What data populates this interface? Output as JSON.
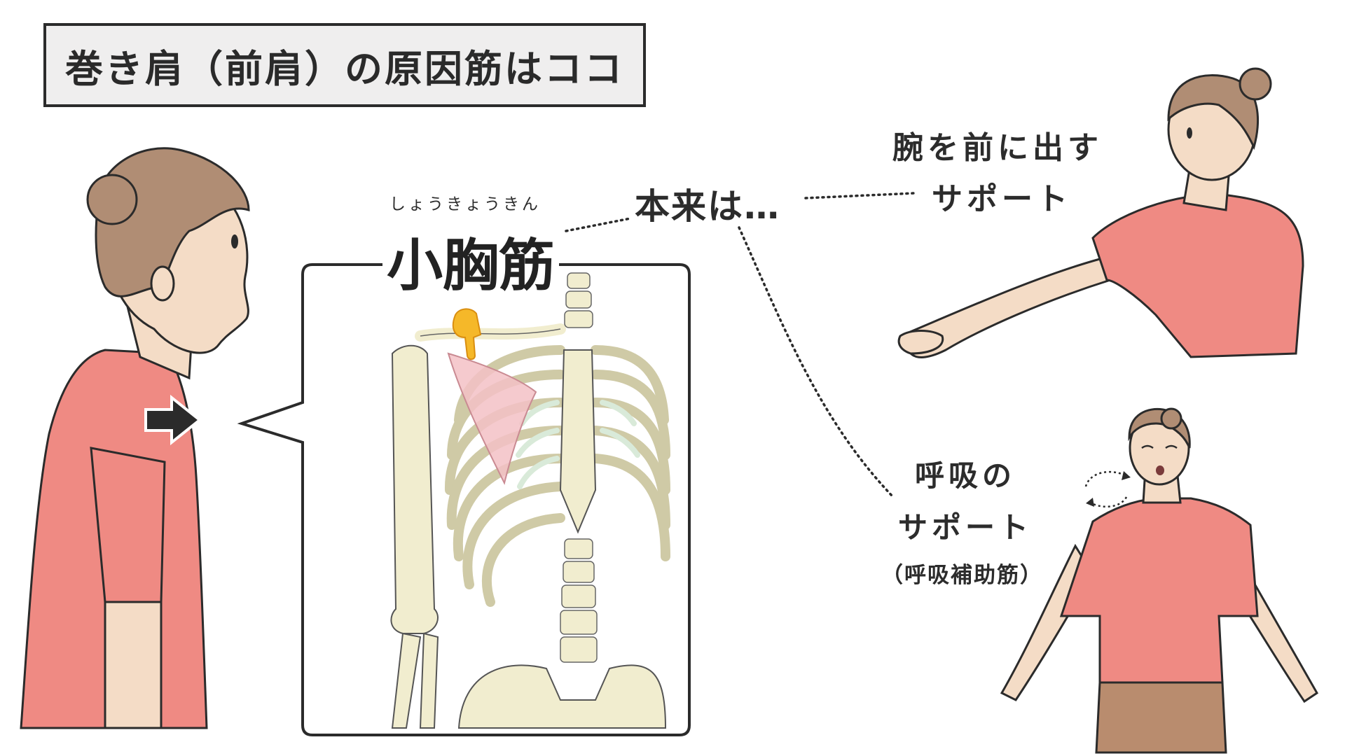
{
  "title": "巻き肩（前肩）の原因筋はココ",
  "muscle": {
    "furigana": "しょうきょうきん",
    "name": "小胸筋"
  },
  "connector": "本来は…",
  "arm_support": {
    "line1": "腕を前に出す",
    "line2": "サポート"
  },
  "breath_support": {
    "line1": "呼吸の",
    "line2": "サポート",
    "line3": "（呼吸補助筋）"
  },
  "colors": {
    "shirt": "#ef8a83",
    "skin": "#f4dcc6",
    "hair": "#b08d74",
    "bone": "#f1edcf",
    "cartilage": "#d9ead9",
    "muscle": "#f3c1c6",
    "pointer_hand": "#f5b829",
    "pants": "#b98c6e",
    "outline": "#2b2b2b"
  },
  "icons": [
    "arrow-right-icon",
    "pointing-hand-icon",
    "rotate-arrows-icon",
    "speech-bubble-icon"
  ]
}
